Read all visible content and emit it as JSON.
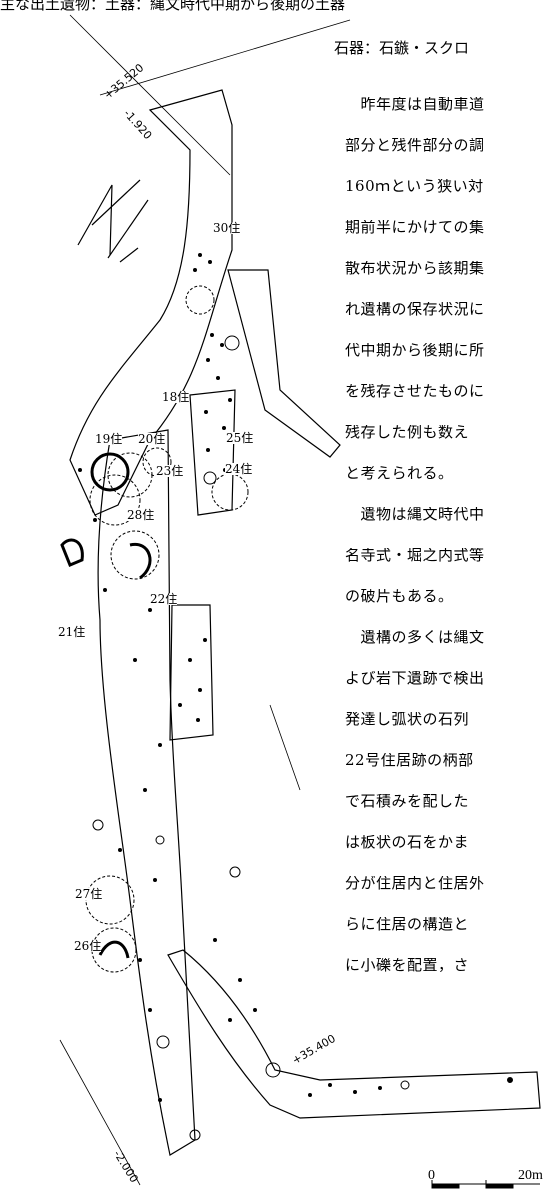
{
  "header": "主な出土遺物：土器：縄文時代中期から後期の土器",
  "stone_tools": "石器：石鏃・スクロ",
  "paragraphs": [
    "　昨年度は自動車道",
    "部分と残件部分の調",
    "160ｍという狭い対",
    "期前半にかけての集",
    "散布状況から該期集",
    "れ遺構の保存状況に",
    "代中期から後期に所",
    "を残存させたものに",
    "残存した例も数え",
    "と考えられる。",
    "　遺物は縄文時代中",
    "名寺式・堀之内式等",
    "の破片もある。",
    "　遺構の多くは縄文",
    "よび岩下遺跡で検出",
    "発達し弧状の石列",
    "22号住居跡の柄部",
    "で石積みを配した",
    "は板状の石をかま",
    "分が住居内と住居外",
    "らに住居の構造と",
    "に小礫を配置，さ"
  ],
  "map_labels": {
    "house30": "30住",
    "house18": "18住",
    "house19": "19住",
    "house20": "20住",
    "house25": "25住",
    "house23": "23住",
    "house24": "24住",
    "house28": "28住",
    "house22": "22住",
    "house21": "21住",
    "house27": "27住",
    "house26": "26住"
  },
  "coords": {
    "c1": "+35.520",
    "c2": "-1.920",
    "c3": "+35.400",
    "c4": "-2.000"
  },
  "scale": {
    "zero": "0",
    "end": "20m"
  }
}
